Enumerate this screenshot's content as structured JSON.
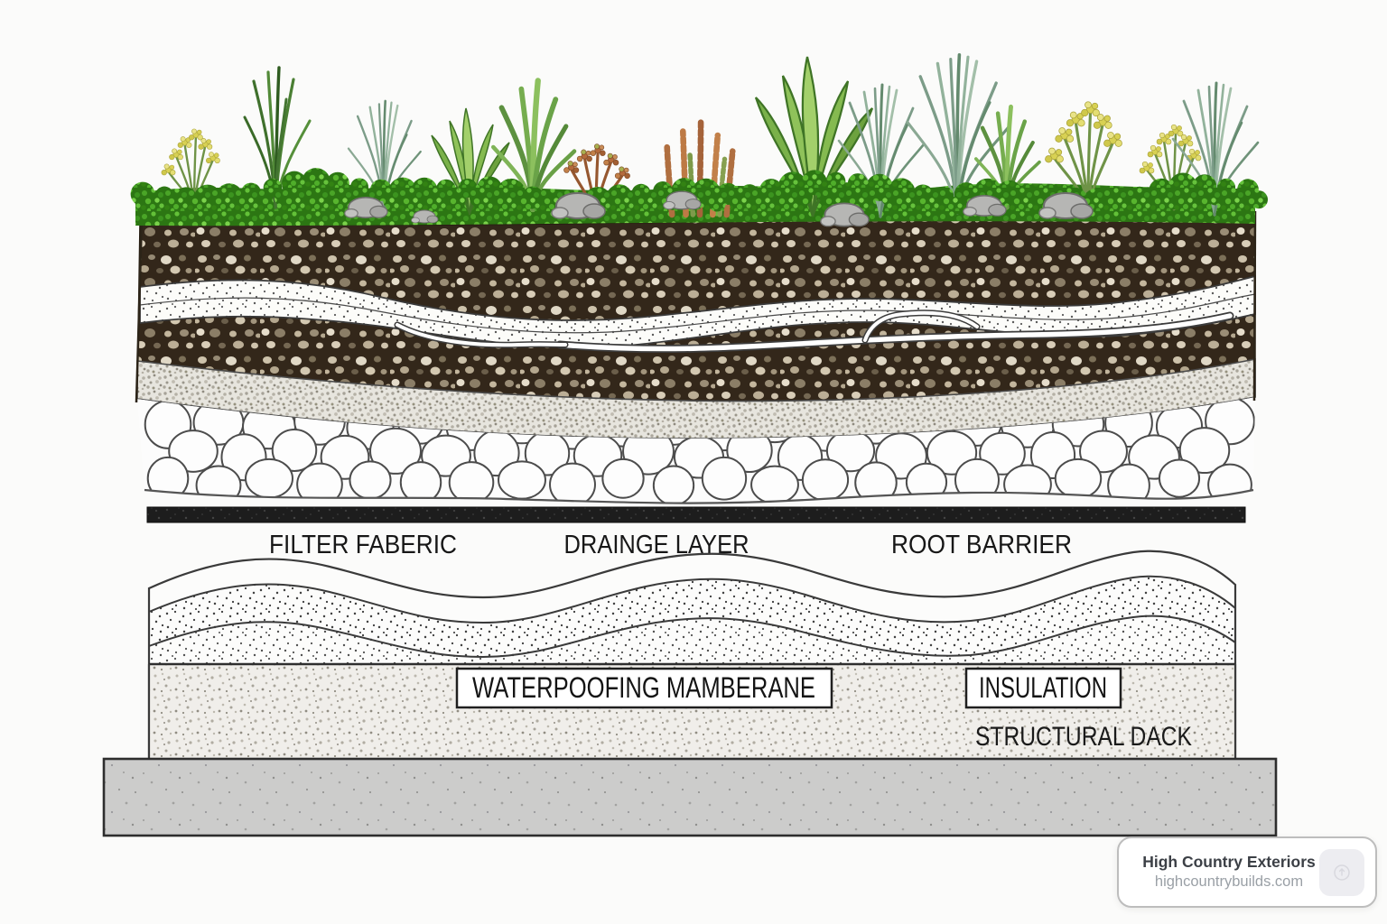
{
  "page": {
    "background": "#fbfbfa"
  },
  "labels": {
    "filter_fabric": "FILTER FABERIC",
    "drainage_layer": "DRAINGE LAYER",
    "root_barrier": "ROOT BARRIER",
    "waterproofing_membrane": "WATERPOOFING MAMBERANE",
    "insulation": "INSULATION",
    "structural_deck": "STRUCTURAL DACK"
  },
  "watermark": {
    "company": "High Country Exteriors",
    "website": "highcountrybuilds.com"
  },
  "icons": {
    "watermark_badge": "rounded-square-badge-icon"
  },
  "colors": {
    "soil_brown": "#33271a",
    "moss_green": "#2c7613",
    "moss_highlight": "#63c138",
    "gravel_gray": "#e7e5de",
    "root_barrier_black": "#1d1d1d",
    "insulation_fill": "#f0eeea",
    "concrete_gray": "#cccccb",
    "label_text": "#171717",
    "watermark_title": "#3c4046",
    "watermark_url": "#9aa0a6",
    "flower_yellow": "#d8d153",
    "sedum_rust": "#b46a3c"
  }
}
